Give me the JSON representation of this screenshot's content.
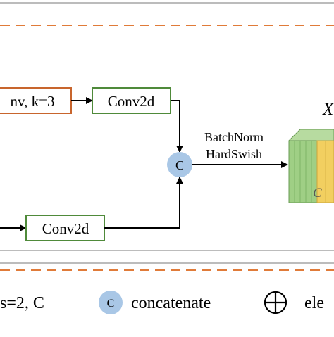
{
  "blocks": {
    "conv_k3": "nv, k=3",
    "conv2d_top": "Conv2d",
    "conv2d_bottom": "Conv2d"
  },
  "concat_symbol": "C",
  "activation": {
    "line1": "BatchNorm",
    "line2": "HardSwish"
  },
  "output": {
    "label": "X",
    "channel_label": "C"
  },
  "legend": {
    "item_stride": "s=2, C",
    "concat_symbol": "C",
    "concat_label": "concatenate",
    "add_label": "ele"
  },
  "colors": {
    "conv_orange": "#c8652d",
    "conv_green": "#4f8a3a",
    "dash_orange": "#e07b39",
    "concat_circle": "#a9c7e6",
    "cube_green": "#9fcf85",
    "cube_yellow": "#f2cf60",
    "border_gray": "#a6a6a6"
  }
}
